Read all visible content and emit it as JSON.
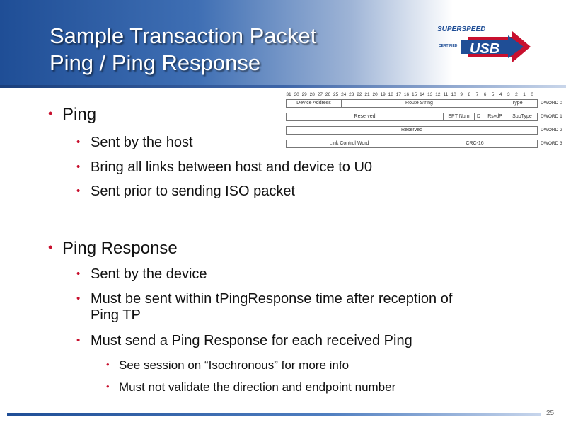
{
  "title": {
    "line1": "Sample Transaction Packet",
    "line2": "Ping / Ping Response"
  },
  "logo": {
    "top_text": "SUPERSPEED",
    "small_text": "CERTIFIED",
    "main_text": "USB",
    "colors": {
      "blue": "#1f4e96",
      "red": "#c8102e"
    }
  },
  "packet": {
    "bits": [
      "31",
      "30",
      "29",
      "28",
      "27",
      "26",
      "25",
      "24",
      "23",
      "22",
      "21",
      "20",
      "19",
      "18",
      "17",
      "16",
      "15",
      "14",
      "13",
      "12",
      "11",
      "10",
      "9",
      "8",
      "7",
      "6",
      "5",
      "4",
      "3",
      "2",
      "1",
      "0"
    ],
    "rows": [
      {
        "dword": "DWORD 0",
        "fields": [
          "Device Address",
          "Route String",
          "Type"
        ]
      },
      {
        "dword": "DWORD 1",
        "fields": [
          "Reserved",
          "EPT Num",
          "D",
          "RsvdP",
          "SubType"
        ]
      },
      {
        "dword": "DWORD 2",
        "fields": [
          "Reserved"
        ]
      },
      {
        "dword": "DWORD 3",
        "fields": [
          "Link Control Word",
          "CRC-16"
        ]
      }
    ]
  },
  "content": {
    "ping": {
      "heading": "Ping",
      "items": [
        "Sent by the host",
        "Bring all links between host and device to U0",
        "Sent prior to sending ISO packet"
      ]
    },
    "ping_response": {
      "heading": "Ping Response",
      "items": [
        "Sent by the device",
        "Must be sent within tPingResponse time after reception of",
        "Ping TP",
        "Must send a Ping Response for each received Ping"
      ],
      "sub_items": [
        "See session on “Isochronous” for more info",
        "Must not validate the direction and endpoint number"
      ]
    }
  },
  "footer": {
    "page_number": "25"
  },
  "colors": {
    "bullet": "#c8102e",
    "header_blue": "#1f4e96"
  }
}
